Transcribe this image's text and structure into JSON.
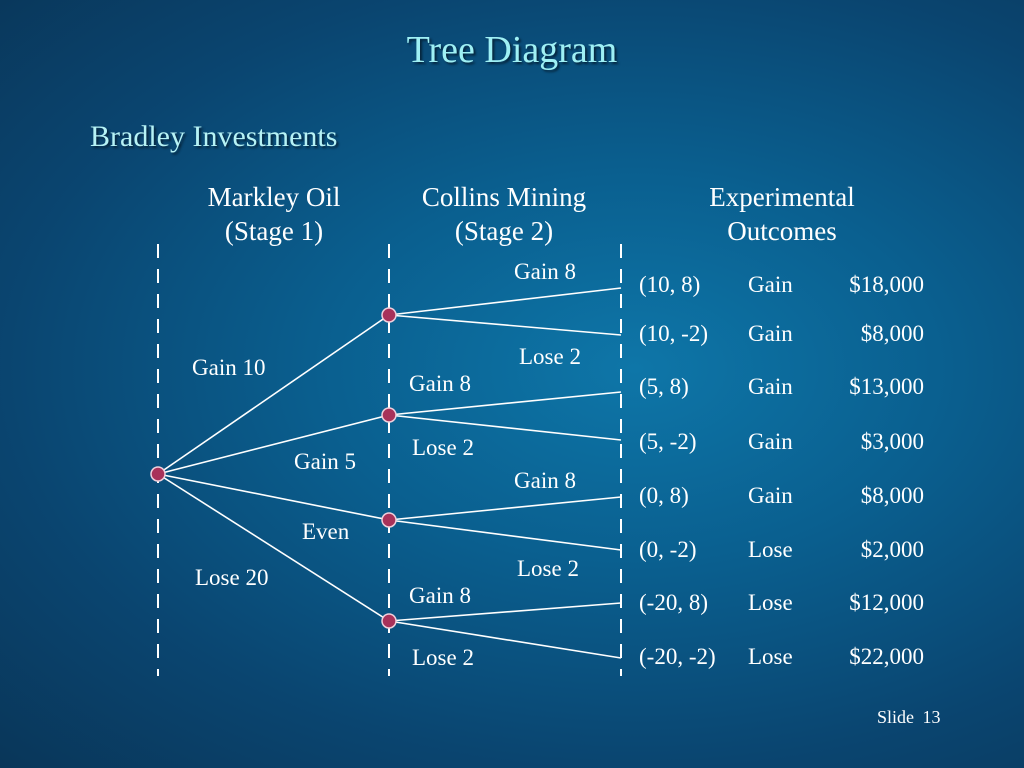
{
  "slide": {
    "title": "Tree Diagram",
    "subtitle": "Bradley Investments",
    "footer": {
      "label": "Slide",
      "number": "13"
    }
  },
  "columns": {
    "stage1": [
      "Markley Oil",
      "(Stage 1)"
    ],
    "stage2": [
      "Collins Mining",
      "(Stage 2)"
    ],
    "outcomes": [
      "Experimental",
      "Outcomes"
    ]
  },
  "stage1_branches": [
    {
      "label": "Gain 10"
    },
    {
      "label": "Gain 5"
    },
    {
      "label": "Even"
    },
    {
      "label": "Lose 20"
    }
  ],
  "stage2_branches": [
    {
      "label": "Gain 8"
    },
    {
      "label": "Lose 2"
    },
    {
      "label": "Gain 8"
    },
    {
      "label": "Lose 2"
    },
    {
      "label": "Gain 8"
    },
    {
      "label": "Lose 2"
    },
    {
      "label": "Gain 8"
    },
    {
      "label": "Lose 2"
    }
  ],
  "outcomes": [
    {
      "pair": "(10, 8)",
      "result": "Gain",
      "amount": "$18,000"
    },
    {
      "pair": "(10, -2)",
      "result": "Gain",
      "amount": "$8,000"
    },
    {
      "pair": "(5, 8)",
      "result": "Gain",
      "amount": "$13,000"
    },
    {
      "pair": "(5, -2)",
      "result": "Gain",
      "amount": "$3,000"
    },
    {
      "pair": "(0, 8)",
      "result": "Gain",
      "amount": "$8,000"
    },
    {
      "pair": "(0, -2)",
      "result": "Lose",
      "amount": "$2,000"
    },
    {
      "pair": "(-20, 8)",
      "result": "Lose",
      "amount": "$12,000"
    },
    {
      "pair": "(-20, -2)",
      "result": "Lose",
      "amount": "$22,000"
    }
  ],
  "colors": {
    "title": "#9ff0f4",
    "node_fill": "#a8325a",
    "node_stroke": "#f0d0dc",
    "branch": "#ffffff",
    "dash": "#ffffff"
  }
}
